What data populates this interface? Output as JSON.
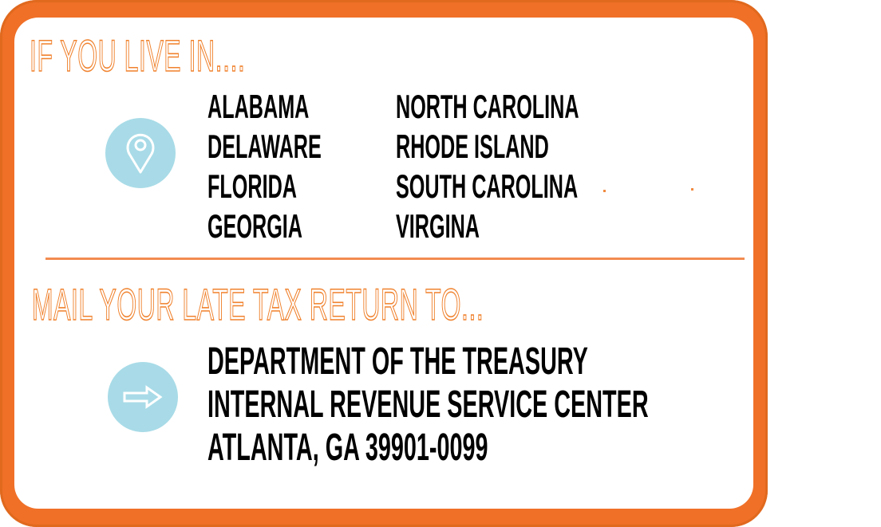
{
  "section1": {
    "heading": "IF YOU LIVE IN....",
    "icon": "map-pin-icon",
    "states_col1": [
      "ALABAMA",
      "DELAWARE",
      "FLORIDA",
      "GEORGIA"
    ],
    "states_col2": [
      "NORTH CAROLINA",
      "RHODE ISLAND",
      "SOUTH CAROLINA",
      "VIRGINA"
    ]
  },
  "section2": {
    "heading": "MAIL YOUR LATE TAX RETURN TO...",
    "icon": "arrow-right-icon",
    "address": [
      "DEPARTMENT OF THE TREASURY",
      "INTERNAL REVENUE SERVICE CENTER",
      "ATLANTA, GA 39901-0099"
    ]
  },
  "colors": {
    "border": "#f07028",
    "heading": "#f0822e",
    "icon_bg": "#a8dbe7"
  }
}
